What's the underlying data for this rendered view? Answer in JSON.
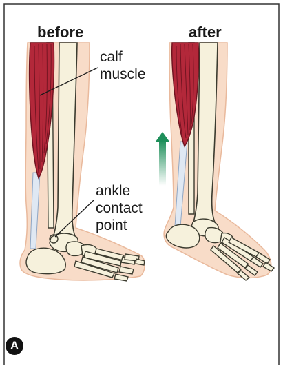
{
  "panel": {
    "badge": "A",
    "before_label": "before",
    "after_label": "after"
  },
  "annotations": {
    "calf_muscle": [
      "calf",
      "muscle"
    ],
    "ankle_contact_point": [
      "ankle",
      "contact",
      "point"
    ]
  },
  "colors": {
    "skin": "#f8dcc8",
    "skin_edge": "#e9b99c",
    "bone": "#f6f1dc",
    "bone_edge": "#3b3b2f",
    "muscle": "#b3283a",
    "muscle_stripe": "#6e1320",
    "tendon": "#dfe8f3",
    "arrow": "#1e8f5a",
    "border": "#333333"
  },
  "icons": {
    "movement_arrow": "up-arrow-icon"
  }
}
